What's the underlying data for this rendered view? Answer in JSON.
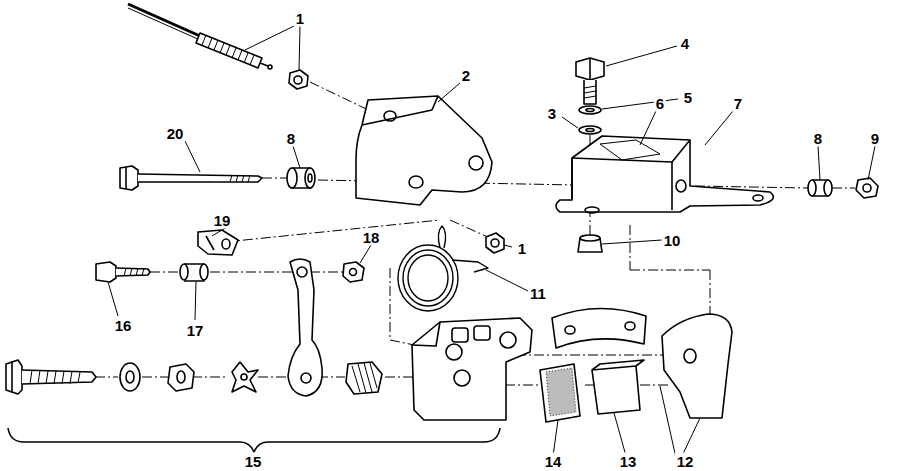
{
  "diagram": {
    "labels": [
      "1",
      "2",
      "4",
      "5",
      "3",
      "6",
      "7",
      "20",
      "8",
      "8",
      "9",
      "19",
      "1",
      "18",
      "10",
      "11",
      "16",
      "17",
      "15",
      "14",
      "13",
      "12"
    ]
  }
}
